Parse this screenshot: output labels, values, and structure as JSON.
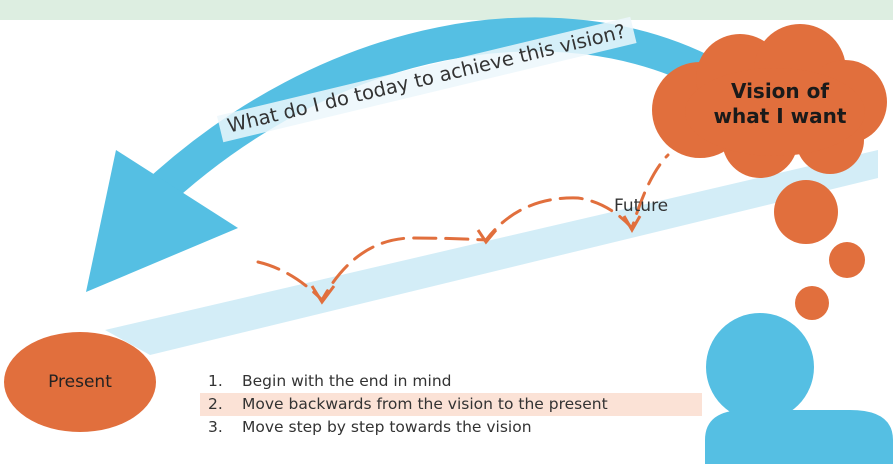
{
  "question": "What do I do today to achieve this vision?",
  "vision": {
    "line1": "Vision of",
    "line2": "what I want"
  },
  "present_label": "Present",
  "future_label": "Future",
  "steps": [
    {
      "number": "1.",
      "text": "Begin with the end in mind",
      "highlighted": false
    },
    {
      "number": "2.",
      "text": "Move backwards from the vision to the present",
      "highlighted": true
    },
    {
      "number": "3.",
      "text": "Move step by step towards the vision",
      "highlighted": false
    }
  ],
  "colors": {
    "orange": "#e16f3d",
    "blue": "#55bfe3",
    "light_blue": "#d3edf7",
    "band": "#ddeee1",
    "highlight": "#fbe2d6"
  }
}
